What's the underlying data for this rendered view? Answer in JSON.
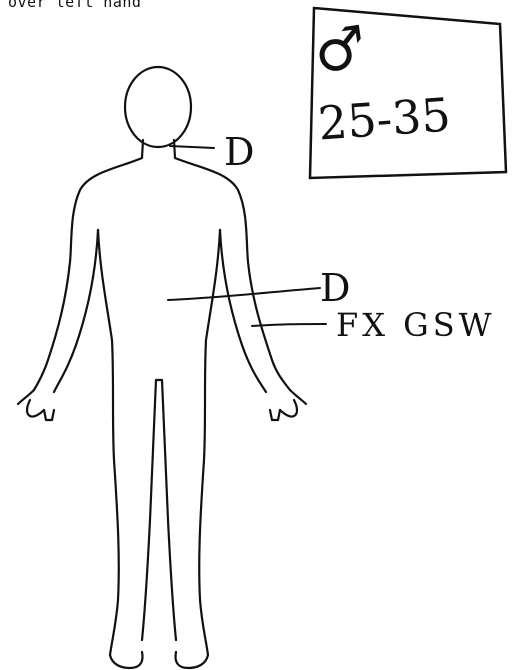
{
  "header": {
    "typed_text": "over left hand"
  },
  "stamp_box": {
    "sex_symbol": "♂",
    "age_range": "25-35"
  },
  "annotations": {
    "neck_code": "D",
    "abdomen_code": "D",
    "forearm_note": "FX GSW"
  },
  "colors": {
    "ink": "#111111",
    "paper": "#ffffff"
  },
  "icons": {
    "figure": "human-body-outline-icon",
    "sex": "male-symbol-icon"
  }
}
